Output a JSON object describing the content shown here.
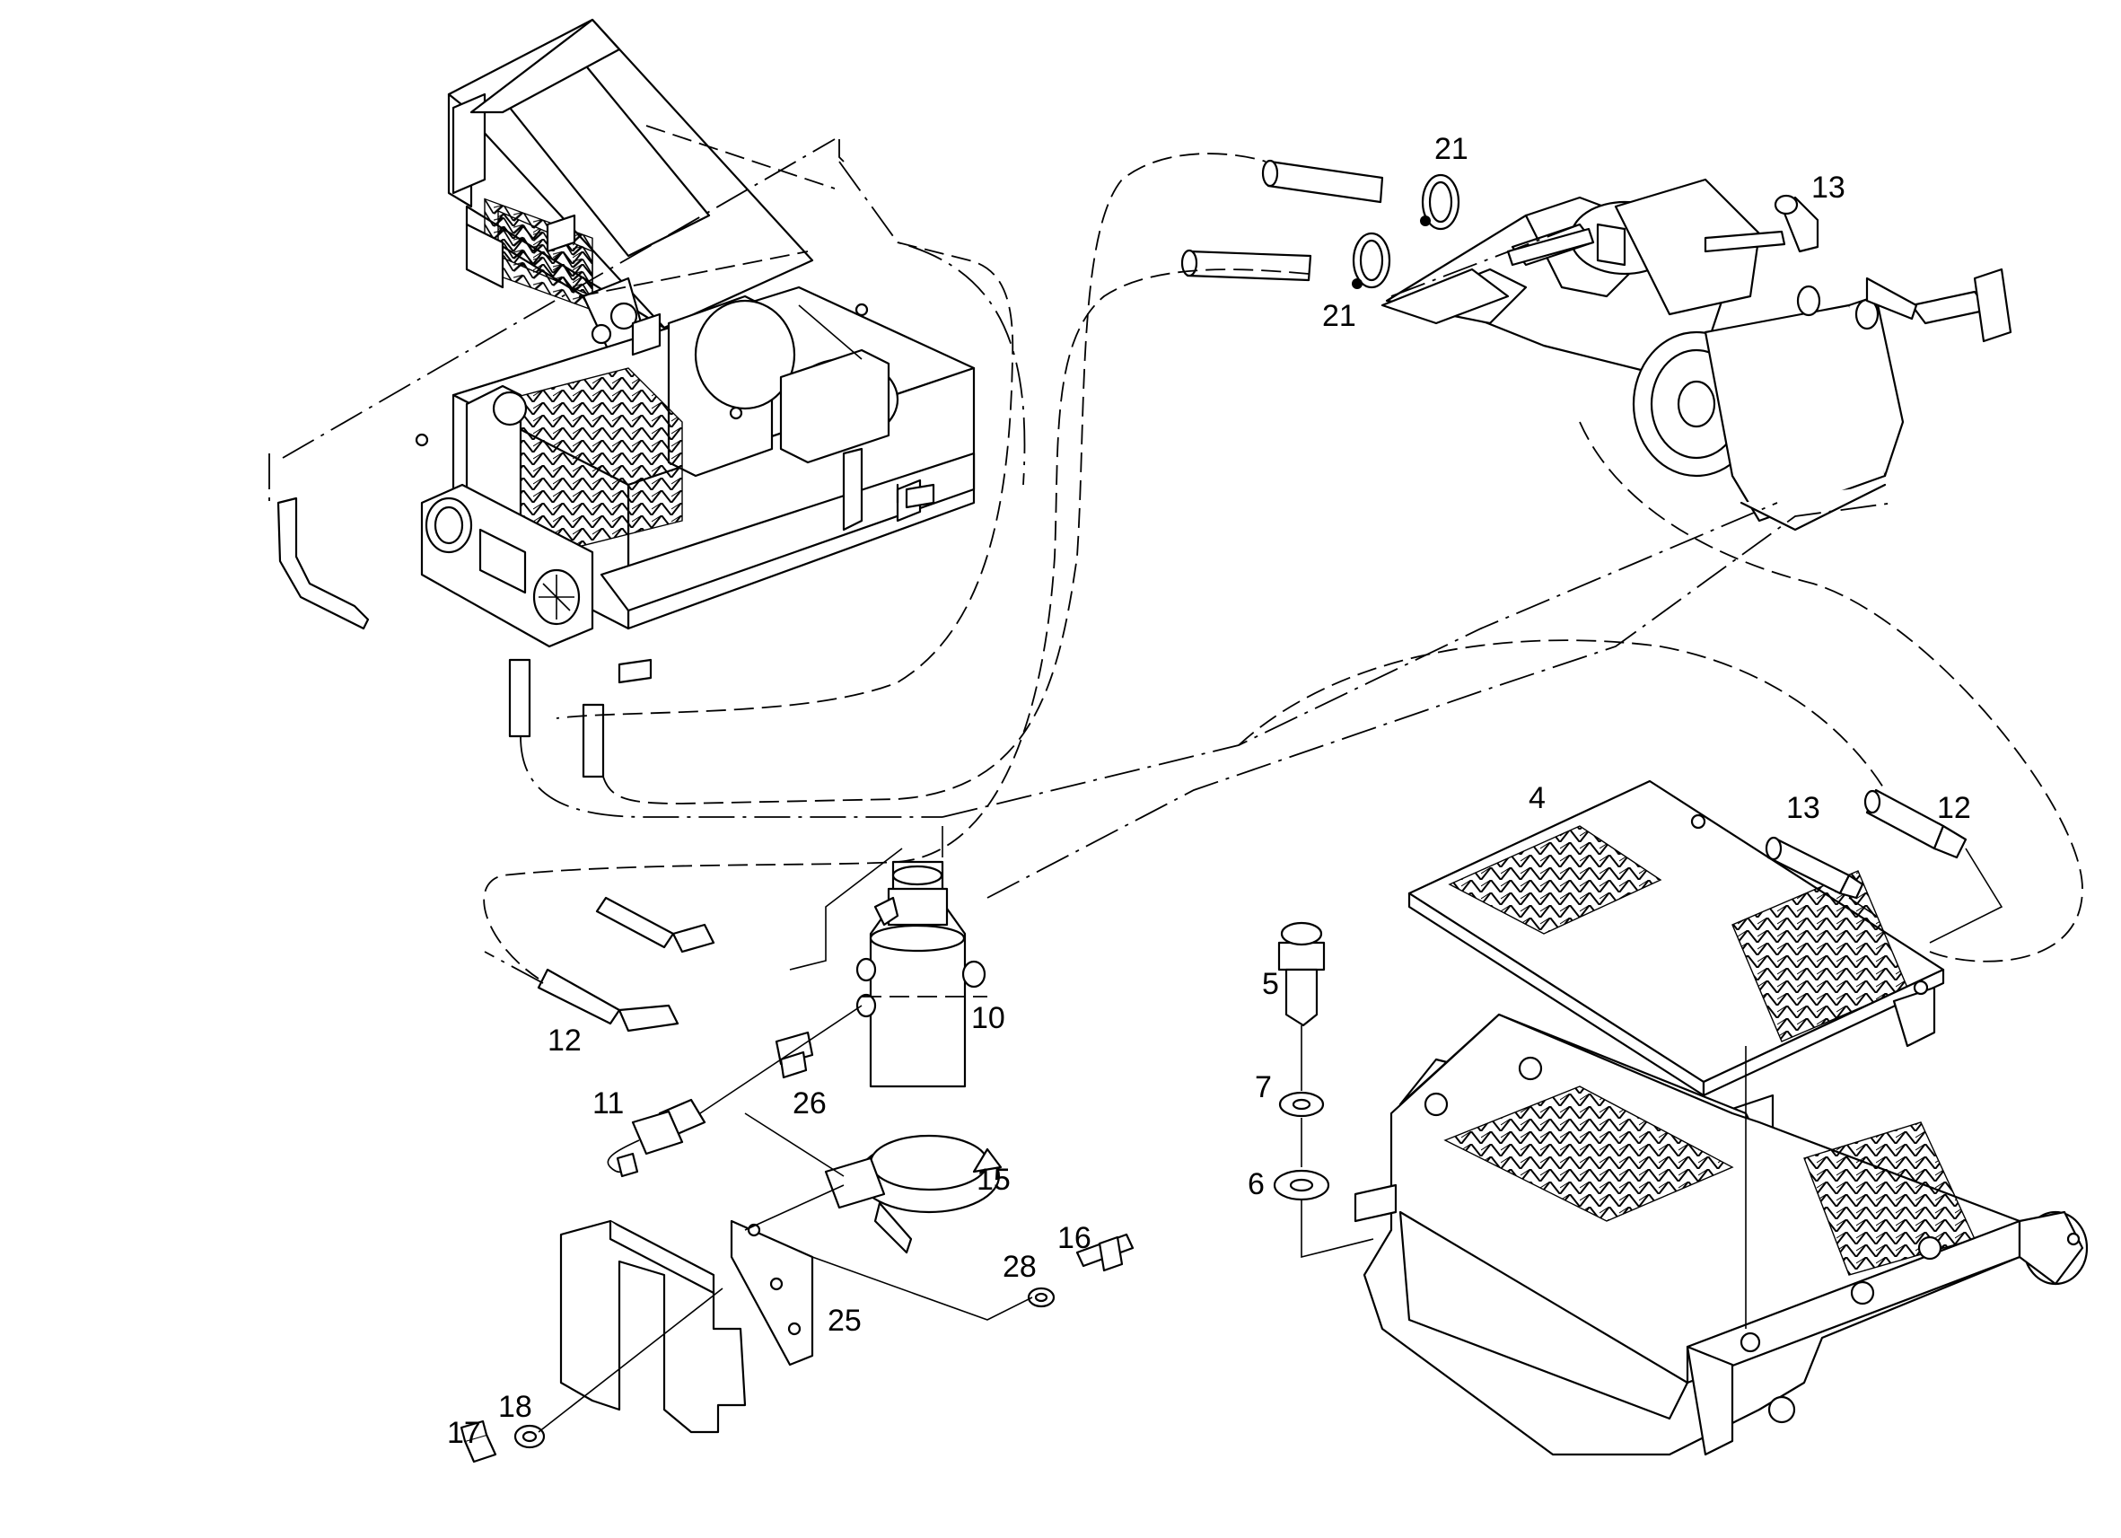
{
  "callouts": [
    {
      "id": "21a",
      "label": "21"
    },
    {
      "id": "21b",
      "label": "21"
    },
    {
      "id": "13a",
      "label": "13"
    },
    {
      "id": "4",
      "label": "4"
    },
    {
      "id": "13b",
      "label": "13"
    },
    {
      "id": "12a",
      "label": "12"
    },
    {
      "id": "5",
      "label": "5"
    },
    {
      "id": "7",
      "label": "7"
    },
    {
      "id": "6",
      "label": "6"
    },
    {
      "id": "10",
      "label": "10"
    },
    {
      "id": "12b",
      "label": "12"
    },
    {
      "id": "11",
      "label": "11"
    },
    {
      "id": "26",
      "label": "26"
    },
    {
      "id": "15",
      "label": "15"
    },
    {
      "id": "16",
      "label": "16"
    },
    {
      "id": "28",
      "label": "28"
    },
    {
      "id": "25",
      "label": "25"
    },
    {
      "id": "18",
      "label": "18"
    },
    {
      "id": "17",
      "label": "17"
    }
  ]
}
